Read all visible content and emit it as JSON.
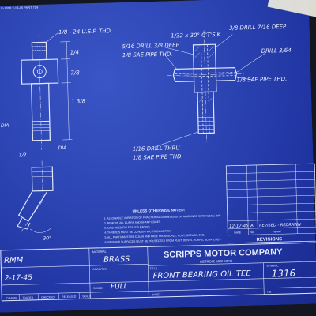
{
  "header_strip": {
    "small_text": "E-1316  2-13-45  PART 714"
  },
  "dims": {
    "top_thread": "1/8 - 24 U.S.F. THD.",
    "left_a": "1/4",
    "left_b": "7/8",
    "left_c": "1 3/8",
    "left_d": "1/2",
    "dia": "DIA.",
    "dia_small": "DIA",
    "drill_deep_1": "5/16 DRILL  3/8 DEEP",
    "sae_pipe_1": "1/8 SAE PIPE THD.",
    "center_label": "1/32 x 30° C'T'S'K",
    "drill_deep_2": "3/8 DRILL  7/16 DEEP",
    "drill_1": "DRILL 3/64",
    "sae_pipe_2": "1/8 SAE PIPE THD.",
    "drill_thru": "1/16 DRILL THRU",
    "sae_pipe_3": "1/8 SAE PIPE THD.",
    "angle": "30°"
  },
  "notes": {
    "heading": "UNLESS OTHERWISE NOTED:",
    "items": [
      "1. ALLOWABLE VARIATION OF FRACTIONAL DIMENSIONS ON MACHINED SURFACES ± .005",
      "2. REMOVE ALL BURRS AND SHARP EDGES",
      "3. MACHINED FILLETS .015 RADIUS",
      "4. THREADS MUST BE CONCENTRIC TO DIAMETER",
      "5. ALL PARTS MUST BE CLEAN AND FREE FROM SCALE, RUST, GREASE, ETC.",
      "6. FINISHED SURFACES MUST BE PROTECTED FROM RUST, DENTS, BURRS, SCRATCHES"
    ]
  },
  "revisions": {
    "entry_date": "12-17-45",
    "entry_letter": "A",
    "entry_text": "REVISED - REDRAWN",
    "col_date": "DATE",
    "col_no": "NO.",
    "col_what": "WHAT",
    "title": "REVISIONS"
  },
  "title_block": {
    "drawn_by": "RMM",
    "date": "2-17-45",
    "material_label": "MATERIAL",
    "material": "BRASS",
    "analysis_label": "ANALYSIS",
    "company": "SCRIPPS MOTOR COMPANY",
    "city": "DETROIT, MICHIGAN",
    "title_label": "TITLE",
    "title": "FRONT BEARING OIL TEE",
    "symbol_label": "SYMBOL",
    "symbol": "1316",
    "scale_label": "SCALE",
    "scale": "FULL",
    "footer_labels": [
      "DRAWN",
      "TRACED",
      "CHECKED",
      "RELEASED",
      "SCALE",
      "SHEET",
      "NO."
    ]
  }
}
